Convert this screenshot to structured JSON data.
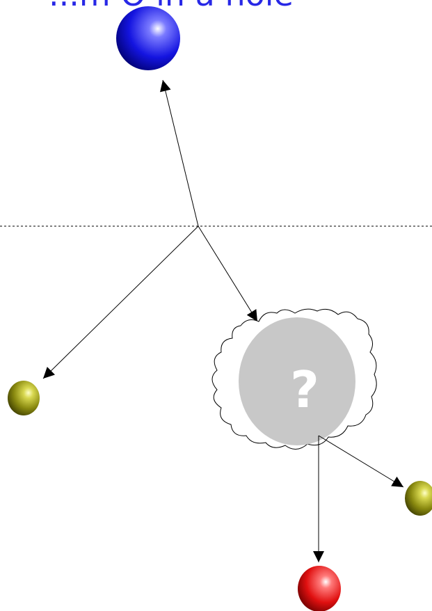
{
  "header": {
    "title_fragment": "...m O in a hole"
  },
  "blob": {
    "symbol": "?"
  },
  "colors": {
    "blue_sphere": "#1010e0",
    "red_sphere": "#e01010",
    "olive_sphere": "#8a8a10",
    "blob_fill": "#c8c8c8",
    "title": "#2828e6"
  },
  "icons": {
    "top": "blue-sphere",
    "left": "olive-sphere",
    "right": "olive-sphere",
    "bottom": "red-sphere",
    "middle": "cloud-blob"
  }
}
